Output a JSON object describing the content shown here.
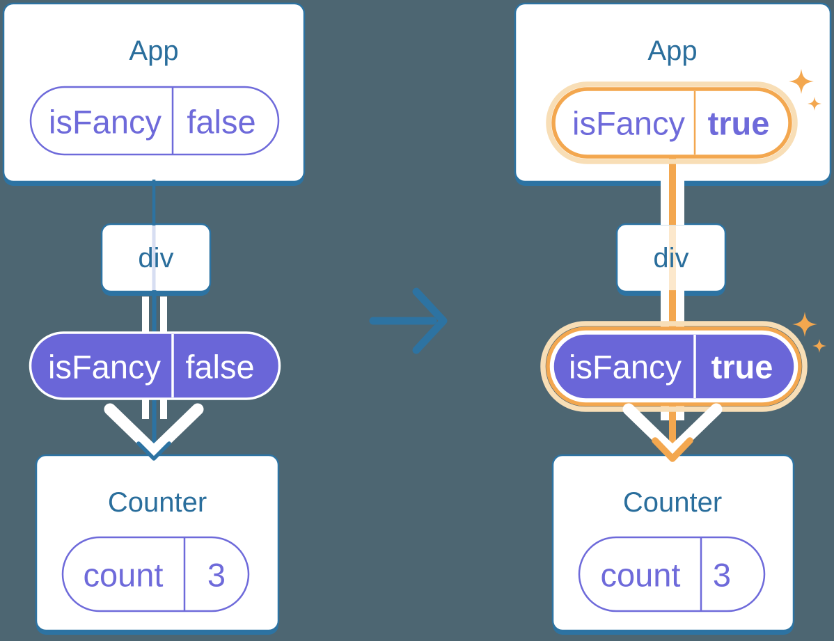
{
  "before": {
    "app": {
      "title": "App",
      "state_key": "isFancy",
      "state_value": "false"
    },
    "container": {
      "title": "div"
    },
    "prop": {
      "key": "isFancy",
      "value": "false"
    },
    "counter": {
      "title": "Counter",
      "state_key": "count",
      "state_value": "3"
    }
  },
  "after": {
    "app": {
      "title": "App",
      "state_key": "isFancy",
      "state_value": "true"
    },
    "container": {
      "title": "div"
    },
    "prop": {
      "key": "isFancy",
      "value": "true"
    },
    "counter": {
      "title": "Counter",
      "state_key": "count",
      "state_value": "3"
    }
  },
  "colors": {
    "background": "#4d6672",
    "card_edge_blue": "#2d73a2",
    "component_text_blue": "#2a6e9c",
    "pill_purple": "#6a66d8",
    "pill_purple_text": "#6e6ada",
    "highlight_orange": "#f3a74f",
    "highlight_orange_glow": "#f8deb6",
    "white": "#ffffff"
  }
}
